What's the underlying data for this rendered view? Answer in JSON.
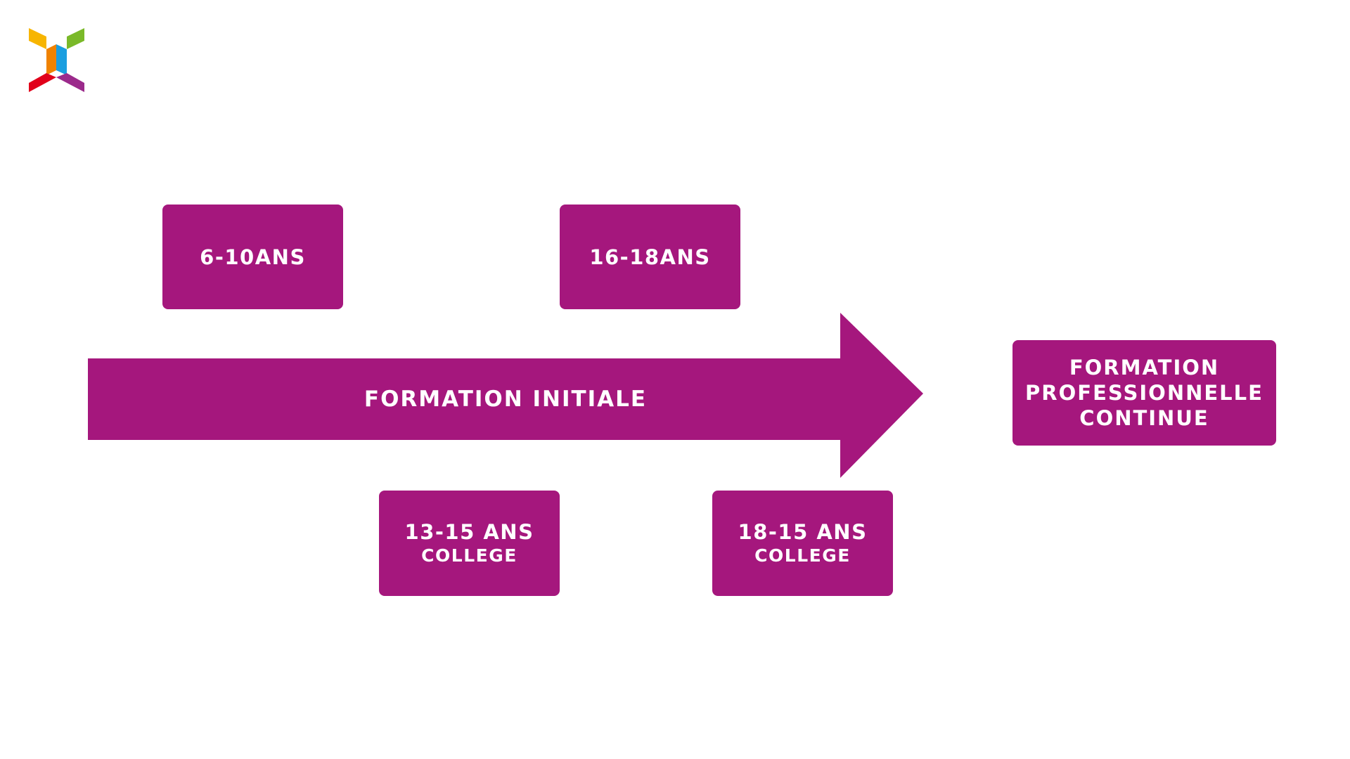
{
  "colors": {
    "accent": "#a5177d",
    "text_on_accent": "#ffffff",
    "logo_yellow": "#f7b500",
    "logo_green": "#7ab929",
    "logo_orange": "#f08200",
    "logo_blue": "#1a9ee0",
    "logo_red": "#e1001a",
    "logo_purple": "#9b2a8b"
  },
  "arrow": {
    "label": "FORMATION INITIALE"
  },
  "boxes": {
    "age_6_10": {
      "main": "6-10ANS"
    },
    "age_16_18": {
      "main": "16-18ANS"
    },
    "age_13_15": {
      "main": "13-15 ANS",
      "sub": "COLLEGE"
    },
    "age_18_15": {
      "main": "18-15 ANS",
      "sub": "COLLEGE"
    },
    "continuing": {
      "lines": [
        "FORMATION",
        "PROFESSIONNELLE",
        "CONTINUE"
      ]
    }
  }
}
